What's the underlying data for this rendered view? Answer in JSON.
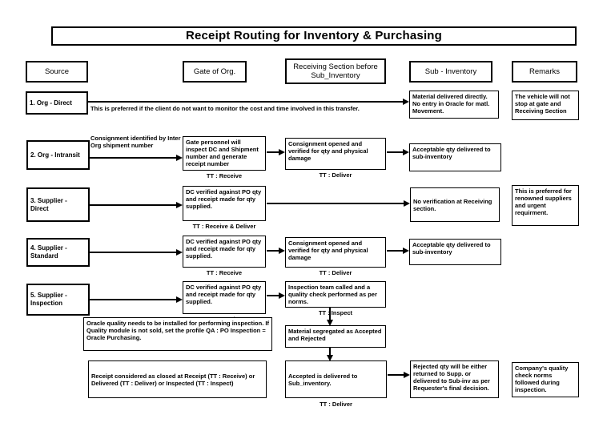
{
  "title": "Receipt Routing for Inventory & Purchasing",
  "headers": {
    "source": "Source",
    "gate": "Gate of Org.",
    "receiving": "Receiving Section before Sub_Inventory",
    "sub_inventory": "Sub - Inventory",
    "remarks": "Remarks"
  },
  "rows": {
    "r1": {
      "source": "1. Org - Direct",
      "flow_note": "This is preferred if the client do not want to monitor the cost and time involved in this transfer.",
      "sub_inventory": "Material delivered directly. No entry in Oracle for matl. Movement.",
      "remarks": "The vehicle will not stop at gate and Receiving Section"
    },
    "r2": {
      "source": "2. Org - Intransit",
      "arrow_label": "Consignment identified by Inter Org shipment number",
      "gate": "Gate personnel will inspect DC and Shipment number and generate receipt number",
      "gate_tt": "TT : Receive",
      "receiving": "Consignment opened and verified for qty and physical damage",
      "receiving_tt": "TT : Deliver",
      "sub_inventory": "Acceptable qty delivered to sub-inventory"
    },
    "r3": {
      "source": "3. Supplier - Direct",
      "gate": "DC verified against PO qty and receipt made for qty supplied.",
      "gate_tt": "TT : Receive & Deliver",
      "sub_inventory": "No verification at Receiving section.",
      "remarks": "This is preferred for renowned suppliers and urgent requirment."
    },
    "r4": {
      "source": "4. Supplier - Standard",
      "gate": "DC verified against PO qty and receipt made for qty supplied.",
      "gate_tt": "TT : Receive",
      "receiving": "Consignment opened and verified for qty and physical damage",
      "receiving_tt": "TT : Deliver",
      "sub_inventory": "Acceptable qty delivered to sub-inventory"
    },
    "r5": {
      "source": "5. Supplier - Inspection",
      "gate": "DC verified against PO qty and receipt made for qty supplied.",
      "gate_tt": "TT : Receive",
      "receiving": "Inspection team called and a quality check performed as per norms.",
      "receiving_tt": "TT : Inspect",
      "oracle_note": "Oracle quality needs to be installed for performing inspection. If Quality module is not sold, set the profile QA : PO Inspection = Oracle Purchasing.",
      "segregated": "Material segregated as Accepted and Rejected"
    },
    "r6": {
      "closure_note": "Receipt considered as closed at Receipt (TT : Receive) or Delivered (TT : Deliver) or Inspected (TT : Inspect)",
      "accepted": "Accepted is delivered to Sub_inventory.",
      "accepted_tt": "TT : Deliver",
      "rejected": "Rejected qty will be either returned to Supp. or delivered to Sub-inv as per Requester's final decision.",
      "remarks": "Company's quality check norms followed during inspection."
    }
  }
}
